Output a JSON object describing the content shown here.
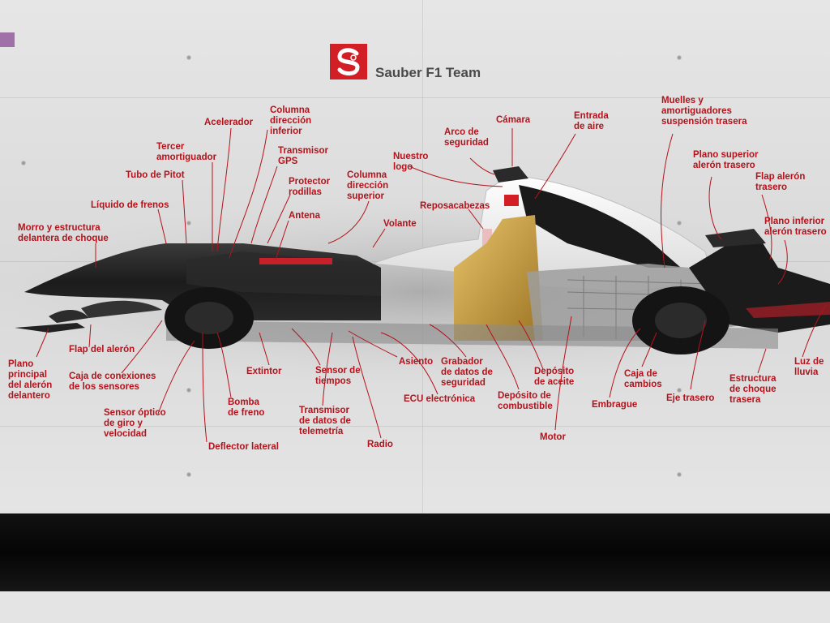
{
  "brand": {
    "name": "Sauber F1 Team",
    "logo_letter": "S",
    "logo_color": "#d21f26"
  },
  "colors": {
    "label": "#b5121b",
    "leader": "#b5121b",
    "band": "#0a0a0a",
    "accent_tab": "#a070a8"
  },
  "labels": {
    "morro": "Morro y estructura\ndelantera de choque",
    "liquido": "Líquido de frenos",
    "pitot": "Tubo de Pitot",
    "tercer": "Tercer\namortiguador",
    "acelerador": "Acelerador",
    "columna_inf": "Columna\ndirección\ninferior",
    "gps": "Transmisor\nGPS",
    "protector": "Protector\nrodillas",
    "antena": "Antena",
    "columna_sup": "Columna\ndirección\nsuperior",
    "volante": "Volante",
    "nuestro_logo": "Nuestro\nlogo",
    "reposacabezas": "Reposacabezas",
    "arco": "Arco de\nseguridad",
    "camara": "Cámara",
    "entrada": "Entrada\nde aire",
    "muelles": "Muelles y\namortiguadores\nsuspensión trasera",
    "plano_sup": "Plano superior\nalerón trasero",
    "flap_aleron": "Flap alerón\ntrasero",
    "plano_inf": "Plano inferior\nalerón trasero",
    "luz": "Luz de\nlluvia",
    "estructura_tras": "Estructura\nde choque\ntrasera",
    "eje": "Eje trasero",
    "caja_cambios": "Caja de\ncambios",
    "embrague": "Embrague",
    "motor": "Motor",
    "deposito_aceite": "Depósito\nde aceite",
    "deposito_comb": "Depósito de\ncombustible",
    "grabador": "Grabador\nde datos de\nseguridad",
    "ecu": "ECU electrónica",
    "asiento": "Asiento",
    "radio": "Radio",
    "telemetria": "Transmisor\nde datos de\ntelemetría",
    "sensor_tiempos": "Sensor de\ntiempos",
    "extintor": "Extintor",
    "bomba": "Bomba\nde freno",
    "deflector": "Deflector lateral",
    "sensor_giro": "Sensor óptico\nde giro y\nvelocidad",
    "caja_sensores": "Caja de conexiones\nde los sensores",
    "flap_del": "Flap del alerón",
    "plano_principal": "Plano\nprincipal\ndel alerón\ndelantero"
  }
}
